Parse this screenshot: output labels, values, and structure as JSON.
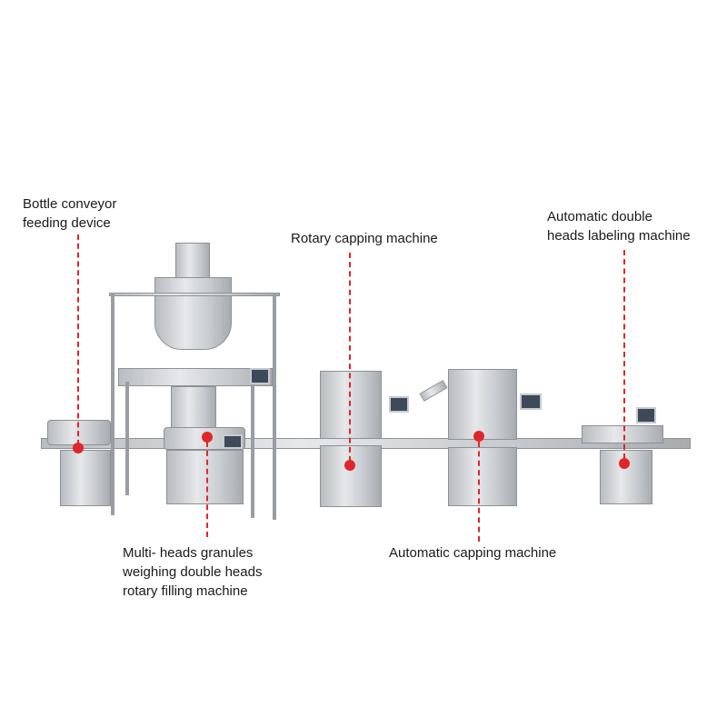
{
  "labels": {
    "conveyor": [
      "Bottle conveyor",
      "feeding device"
    ],
    "rotary_capping": "Rotary capping machine",
    "labeling": [
      "Automatic double",
      "heads labeling machine"
    ],
    "filling": [
      "Multi- heads granules",
      "weighing double heads",
      "rotary filling machine"
    ],
    "auto_capping": "Automatic capping machine"
  },
  "colors": {
    "marker": "#e0262a",
    "steel": "#c9ccd0"
  }
}
